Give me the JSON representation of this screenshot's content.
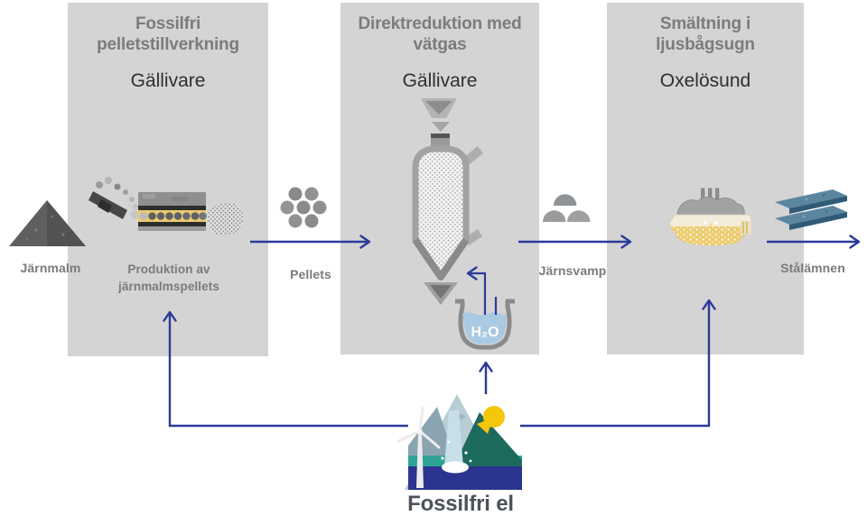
{
  "diagram": {
    "panels": [
      {
        "title": "Fossilfri pelletstillverkning",
        "location": "Gällivare"
      },
      {
        "title": "Direktreduktion med vätgas",
        "location": "Gällivare"
      },
      {
        "title": "Smältning i ljusbågsugn",
        "location": "Oxelösund"
      }
    ],
    "labels": {
      "iron_ore": "Järnmalm",
      "pellet_production": "Produktion av järnmalmspellets",
      "pellets": "Pellets",
      "sponge_iron": "Järnsvamp",
      "steel_slabs": "Stålämnen",
      "fossil_free_electricity": "Fossilfri el",
      "water": "H₂O"
    },
    "icons": [
      "iron-ore-pile-icon",
      "pellet-kiln-icon",
      "pellet-cluster-icon",
      "shaft-furnace-icon",
      "electrolysis-beaker-icon",
      "sponge-iron-icon",
      "electric-arc-furnace-icon",
      "steel-slabs-icon",
      "renewable-energy-icon"
    ],
    "colors": {
      "panel_background": "#d4d4d4",
      "arrow_blue": "#2c3a99",
      "title_gray": "#7c7c7c",
      "location_text": "#2f2f2f",
      "label_gray": "#7b7b7b",
      "electricity_label": "#4d525a",
      "kiln_yellow": "#ecca6e",
      "molten_yellow": "#eccb6f",
      "water_blue": "#aac9e2",
      "slab_blue": "#5b86a0",
      "sun_yellow": "#f5c60a",
      "mountain_teal": "#1d6a5e",
      "sea_navy": "#2b3590"
    }
  }
}
